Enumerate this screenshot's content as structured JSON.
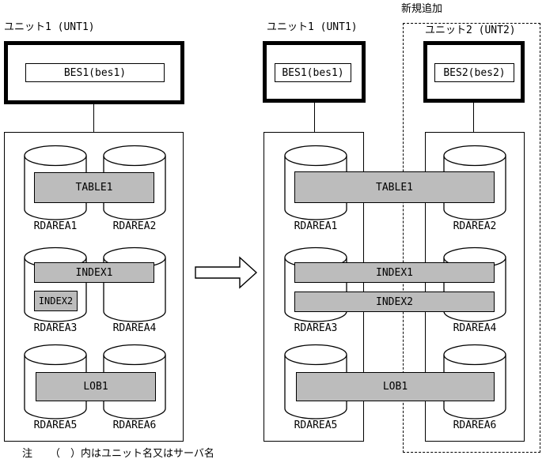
{
  "colors": {
    "bar_fill": "#bcbcbc",
    "line": "#000000",
    "background": "#ffffff"
  },
  "before": {
    "unit_label": "ユニット1 (UNT1)",
    "server_label": "BES1(bes1)",
    "bars": {
      "table1": "TABLE1",
      "index1": "INDEX1",
      "index2": "INDEX2",
      "lob1": "LOB1"
    },
    "rdareas": [
      "RDAREA1",
      "RDAREA2",
      "RDAREA3",
      "RDAREA4",
      "RDAREA5",
      "RDAREA6"
    ]
  },
  "after": {
    "new_label": "新規追加",
    "unit1": {
      "label": "ユニット1 (UNT1)",
      "server_label": "BES1(bes1)",
      "rdareas": [
        "RDAREA1",
        "RDAREA3",
        "RDAREA5"
      ]
    },
    "unit2": {
      "label": "ユニット2 (UNT2)",
      "server_label": "BES2(bes2)",
      "rdareas": [
        "RDAREA2",
        "RDAREA4",
        "RDAREA6"
      ]
    },
    "bars": {
      "table1": "TABLE1",
      "index1": "INDEX1",
      "index2": "INDEX2",
      "lob1": "LOB1"
    }
  },
  "note": {
    "prefix": "注",
    "text": "（　）内はユニット名又はサーバ名"
  }
}
